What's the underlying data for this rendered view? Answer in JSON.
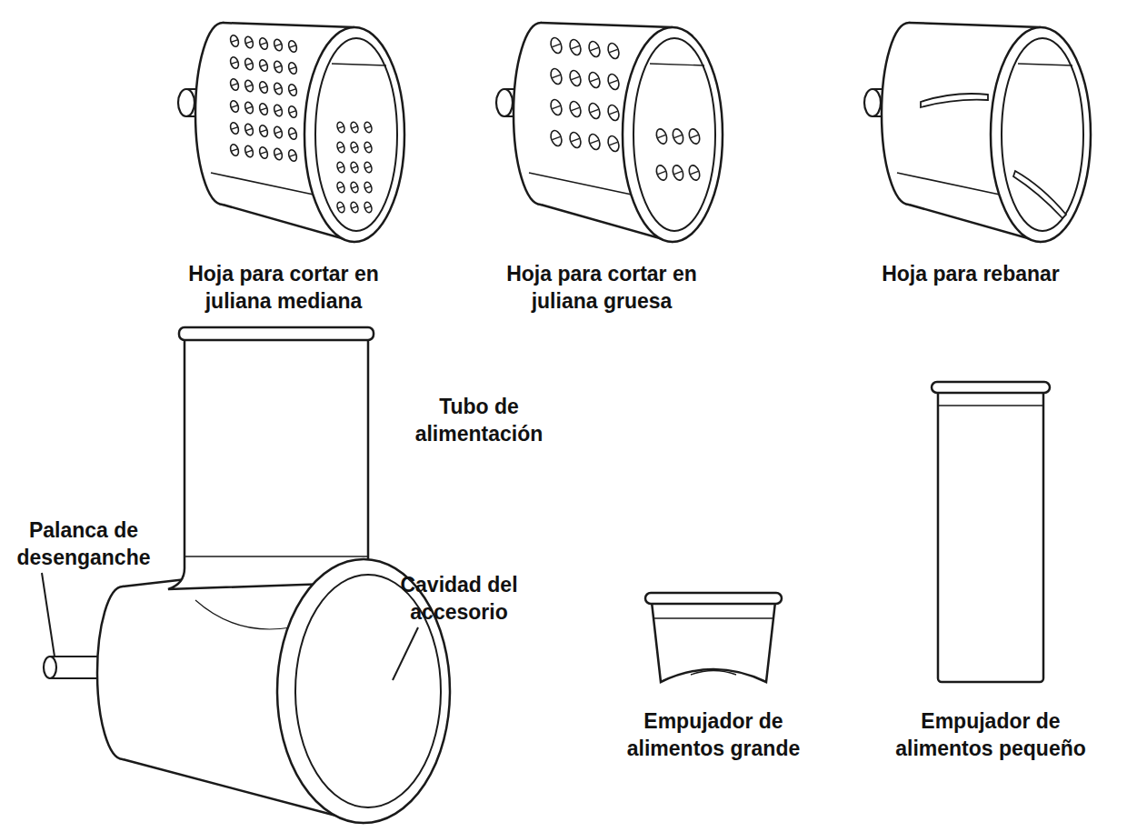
{
  "diagram": {
    "labels": [
      "Hoja para cortar en juliana mediana",
      "Hoja para cortar en juliana gruesa",
      "Hoja para rebanar",
      "Tubo de alimentación",
      "Palanca de desenganche",
      "Cavidad del accesorio",
      "Empujador de alimentos grande",
      "Empujador de alimentos pequeño"
    ]
  }
}
